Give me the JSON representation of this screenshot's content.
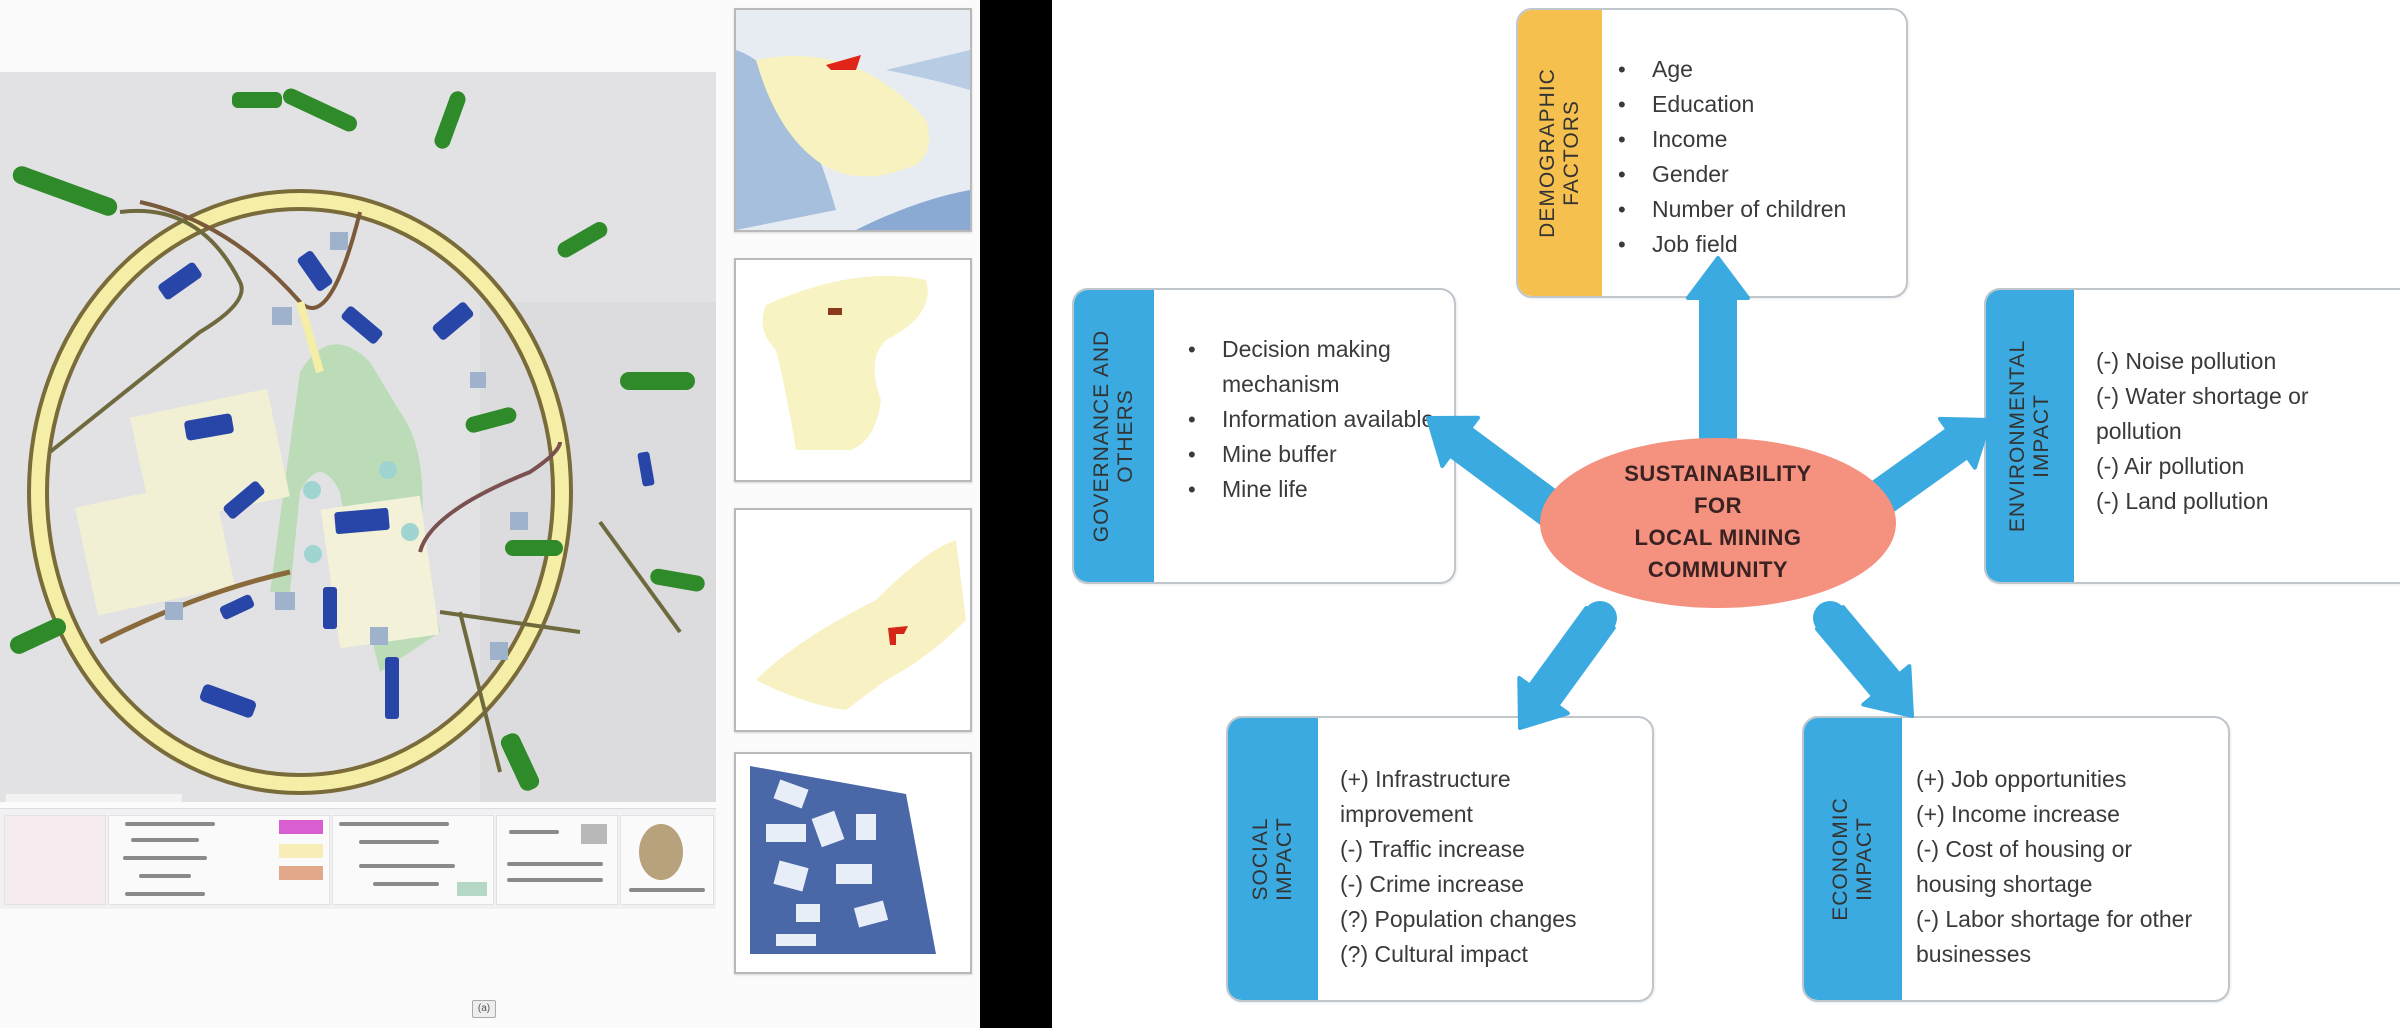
{
  "figure": {
    "left_panel": {
      "name": "Site location maps",
      "caption_label": "(a)",
      "insets": [
        {
          "name": "country-map",
          "highlight_color": "#e02418"
        },
        {
          "name": "province-map",
          "highlight_color": "#8a3a1a"
        },
        {
          "name": "district-map",
          "highlight_color": "#d52718"
        },
        {
          "name": "land-use-map",
          "highlight_color": "#4a68a8"
        }
      ],
      "map_colors": {
        "ring_road": "#f5eea6",
        "road_outline": "#7a6b3a",
        "green_zones": "#2f8a2a",
        "buildings": "#2846a8",
        "green_corridor": "#b7dcb0"
      }
    },
    "right_panel": {
      "center": {
        "lines": [
          "SUSTAINABILITY",
          "FOR",
          "LOCAL MINING",
          "COMMUNITY"
        ],
        "color": "#f4917f"
      },
      "arrow_color": "#3aaae0",
      "boxes": {
        "demographic": {
          "title_lines": [
            "DEMOGRAPHIC",
            "FACTORS"
          ],
          "tab_color": "#f6c04f",
          "items": [
            "Age",
            "Education",
            "Income",
            "Gender",
            "Number of children",
            "Job field"
          ]
        },
        "governance": {
          "title_lines": [
            "GOVERNANCE AND",
            "OTHERS"
          ],
          "tab_color": "#3aaae0",
          "items": [
            "Decision making mechanism",
            "Information available",
            "Mine buffer",
            "Mine life"
          ]
        },
        "environmental": {
          "title_lines": [
            "ENVIRONMENTAL",
            "IMPACT"
          ],
          "tab_color": "#3aaae0",
          "items": [
            "(-) Noise pollution",
            "(-) Water shortage or pollution",
            "(-) Air pollution",
            "(-) Land pollution"
          ]
        },
        "social": {
          "title_lines": [
            "SOCIAL",
            "IMPACT"
          ],
          "tab_color": "#3aaae0",
          "items": [
            "(+) Infrastructure improvement",
            "(-) Traffic increase",
            "(-) Crime increase",
            "(?) Population changes",
            "(?) Cultural impact"
          ]
        },
        "economic": {
          "title_lines": [
            "ECONOMIC",
            "IMPACT"
          ],
          "tab_color": "#3aaae0",
          "items": [
            "(+) Job opportunities",
            "(+) Income increase",
            "(-) Cost of housing or housing shortage",
            "(-) Labor shortage for other businesses"
          ]
        }
      }
    }
  }
}
